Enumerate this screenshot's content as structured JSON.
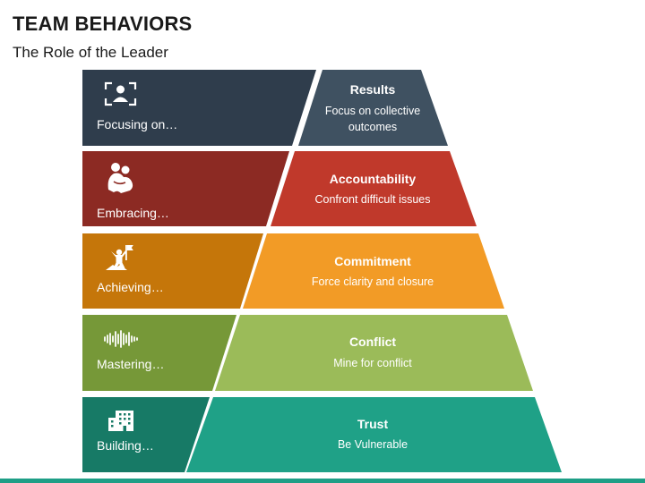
{
  "header": {
    "title": "TEAM BEHAVIORS",
    "subtitle": "The Role of the Leader"
  },
  "levels": [
    {
      "left_label": "Focusing on…",
      "heading": "Results",
      "description": "Focus on collective outcomes",
      "icon": "user-focus-icon",
      "color": "#3f5161"
    },
    {
      "left_label": "Embracing…",
      "heading": "Accountability",
      "description": "Confront difficult issues",
      "icon": "hug-icon",
      "color": "#c0392b"
    },
    {
      "left_label": "Achieving…",
      "heading": "Commitment",
      "description": "Force clarity and closure",
      "icon": "flag-summit-icon",
      "color": "#f29b26"
    },
    {
      "left_label": "Mastering…",
      "heading": "Conflict",
      "description": "Mine for conflict",
      "icon": "sound-wave-icon",
      "color": "#9bbb59"
    },
    {
      "left_label": "Building…",
      "heading": "Trust",
      "description": "Be Vulnerable",
      "icon": "building-icon",
      "color": "#1fa187"
    }
  ],
  "colors": {
    "left_tiles": [
      "#2f3d4c",
      "#8c2a23",
      "#c5760a",
      "#769838",
      "#177a66"
    ],
    "bottom_bar": "#1e9e86"
  }
}
